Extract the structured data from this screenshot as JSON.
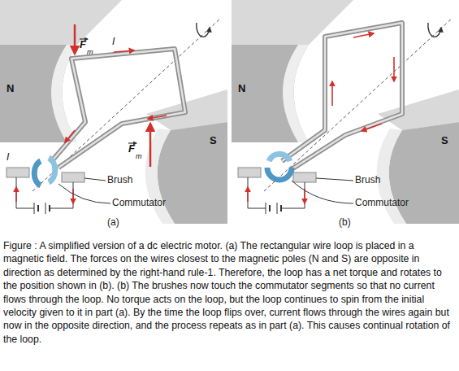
{
  "diagram": {
    "caption": "Figure : A simplified version of a dc electric motor. (a) The rectangular wire loop is placed in a magnetic field. The forces on the wires closest to the magnetic poles (N and S) are opposite in direction as determined by the right-hand rule-1. Therefore, the loop has a net torque and rotates to the position shown in (b). (b) The brushes now touch the commutator segments so that no current flows through the loop. No torque acts on the loop, but the loop continues to spin from the initial velocity given to it in part (a). By the time the loop flips over, current flows through the wires again but now in the opposite direction, and the process repeats as in part (a). This causes continual rotation of the loop.",
    "labels": [
      "N",
      "F",
      "m",
      "I",
      "F",
      "m",
      "S",
      "I",
      "Brush",
      "Commutator",
      "(a)",
      "N",
      "S",
      "Brush",
      "Commutator",
      "(b)"
    ]
  }
}
